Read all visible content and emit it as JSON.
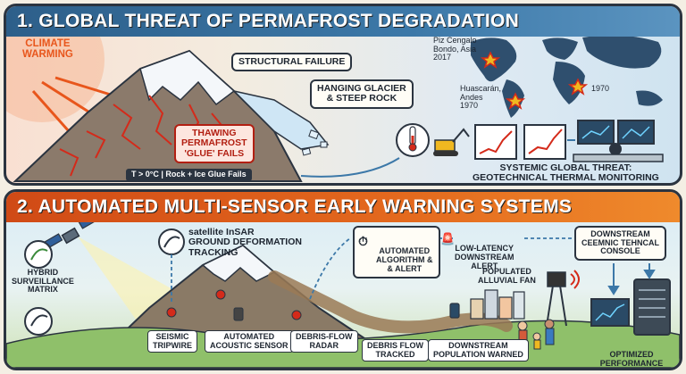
{
  "panel1": {
    "title": "1. GLOBAL THREAT OF PERMAFROST DEGRADATION",
    "climate_warming": "CLIMATE\nWARMING",
    "structural_failure": "STRUCTURAL FAILURE",
    "hanging_glacier": "HANGING GLACIER\n& STEEP ROCK",
    "thawing": "THAWING\nPERMAFROST\n'GLUE' FAILS",
    "temp_note": "T > 0°C  |  Rock + Ice Glue Fails",
    "map_piz": "Piz Cengalo\nBondo, Asia\n2017",
    "map_huascaran": "Huascarán,\nAndes\n1970",
    "map_1970": "1970",
    "systemic": "SYSTEMIC GLOBAL THREAT:\nGEOTECHNICAL THERMAL MONITORING"
  },
  "panel2": {
    "title": "2. AUTOMATED MULTI-SENSOR EARLY WARNING SYSTEMS",
    "satellite": "satellite InSAR\nGROUND DEFORMATION\nTRACKING",
    "hybrid": "HYBRID\nSURVEILLANCE\nMATRIX",
    "algorithm": "AUTOMATED\nALGORITHM &\n& ALERT",
    "low_latency": "LOW-LATENCY\nDOWNSTREAM\nALERT",
    "console": "DOWNSTREAM\nCEEMNIC TEHNCAL\nCONSOLE",
    "alluvial": "POPULATED\nALLUVIAL FAN",
    "seismic": "SEISMIC\nTRIPWIRE",
    "acoustic": "AUTOMATED\nACOUSTIC SENSOR",
    "radar": "DEBRIS-FLOW\nRADAR",
    "tracked": "DEBRIS FLOW\nTRACKED",
    "warned": "DOWNSTREAM\nPOPULATION WARNED",
    "optimized": "OPTIMIZED PERFORMANCE"
  },
  "colors": {
    "panel1_banner": "#3c78a8",
    "panel2_banner": "#e46a1e",
    "alert_red": "#d42a1a",
    "warming_orange": "#e8561c"
  }
}
